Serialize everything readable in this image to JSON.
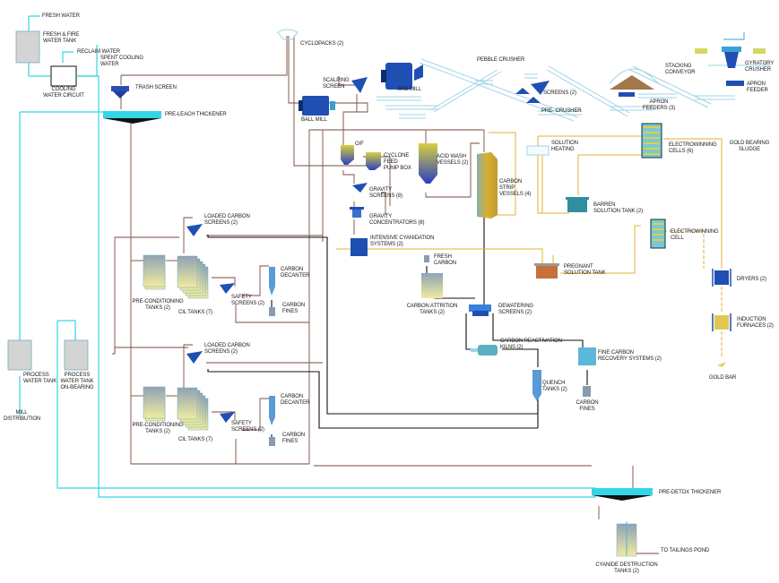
{
  "title": "Gold ore processing flowsheet",
  "colors": {
    "water": "#33d6e8",
    "slurry": "#7a4a3c",
    "carbon": "#000000",
    "solution": "#e0b030",
    "equipment_blue": "#1f4fb3",
    "tank_grey": "#d4d4d4",
    "conveyor": "#9fd4e6"
  },
  "labels": {
    "fresh_water": "FRESH WATER",
    "fresh_fire_tank": "FRESH & FIRE\nWATER TANK",
    "reclaim_water": "RECLAIM WATER",
    "spent_cooling": "SPENT COOLING\nWATER",
    "cooling_circuit": "COOLING\nWATER CIRCUIT",
    "trash_screen": "TRASH SCREEN",
    "pre_leach_thickener": "PRE-LEACH THICKENER",
    "cyclopacks": "CYCLOPACKS (2)",
    "scalping_screen": "SCALPING\nSCREEN",
    "sag_mill": "SAG MILL",
    "ball_mill": "BALL MILL",
    "pebble_crusher": "PEBBLE CRUSHER",
    "screens": "SCREENS (2)",
    "pre_crusher": "PRE- CRUSHER",
    "apron_feeders": "APRON\nFEEDERS (3)",
    "stacking_conveyor": "STACKING\nCONVEYOR",
    "gyratory_crusher": "GYRATORY\nCRUSHER",
    "apron_feeder": "APRON\nFEEDER",
    "of": "O/F",
    "cyclone_feed": "CYCLONE\nFEED\nPUMP BOX",
    "acid_wash": "ACID WASH\nVESSELS (2)",
    "carbon_strip": "CARBON\nSTRIP\nVESSELS (4)",
    "solution_heating": "SOLUTION\nHEATING",
    "ew_cells": "ELECTROWINNING\nCELLS (6)",
    "gold_sludge": "GOLD BEARING\nSLUDGE",
    "gravity_screens": "GRAVITY\nSCREENS (8)",
    "gravity_conc": "GRAVITY\nCONCENTRATORS (8)",
    "intensive_cyan": "INTENSIVE CYANIDATION\nSYSTEMS (2)",
    "barren_tank": "BARREN\nSOLUTION TANK (2)",
    "ew_cell": "ELECTROWINNING\nCELL",
    "pregnant_tank": "PREGNANT\nSOLUTION TANK",
    "dryers": "DRYERS (2)",
    "induction": "INDUCTION\nFURNACES (2)",
    "gold_bar": "GOLD BAR",
    "fresh_carbon": "FRESH\nCARBON",
    "attrition": "CARBON ATTRITION\nTANKS (2)",
    "dewatering": "DEWATERING\nSCREENS (2)",
    "reactivation": "CARBON REACTIVATION\nKILNS (2)",
    "fine_carbon_rec": "FINE CARBON\nRECOVERY SYSTEMS (2)",
    "quench": "QUENCH\nTANKS (2)",
    "carbon_fines": "CARBON\nFINES",
    "loaded_screens": "LOADED CARBON\nSCREENS (2)",
    "preconditioning": "PRE-CONDITIONING\nTANKS (2)",
    "cil_tanks": "CIL TANKS (7)",
    "safety_screens": "SAFETY\nSCREENS (2)",
    "carbon_decanter": "CARBON\nDECANTER",
    "process_water": "PROCESS\nWATER TANK",
    "process_water_on": "PROCESS\nWATER TANK\nON-BEARING",
    "mill_distribution": "MILL\nDISTRIBUTION",
    "pre_detox": "PRE-DETOX THICKENER",
    "to_tailings": "TO TAILINGS POND",
    "cyanide_destruction": "CYANIDE DESTRUCTION\nTANKS (2)"
  }
}
